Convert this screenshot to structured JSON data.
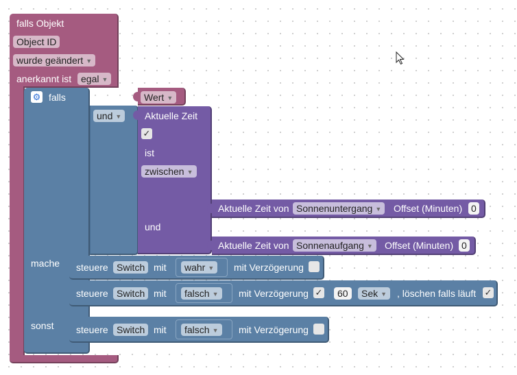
{
  "trigger": {
    "header": "falls Objekt",
    "object_id": "Object ID",
    "changed_mode": "wurde geändert",
    "ack_label": "anerkannt ist",
    "ack_value": "egal"
  },
  "if_block": {
    "if_label": "falls",
    "and_op": "und",
    "then_label": "mache",
    "else_label": "sonst"
  },
  "value_block": {
    "label": "Wert"
  },
  "time_block": {
    "title": "Aktuelle Zeit",
    "check": "✓",
    "is_label": "ist",
    "compare": "zwischen",
    "and_label": "und"
  },
  "time_sunset": {
    "label": "Aktuelle Zeit von",
    "event": "Sonnenuntergang",
    "offset_label": "Offset (Minuten)",
    "offset_value": "0"
  },
  "time_sunrise": {
    "label": "Aktuelle Zeit von",
    "event": "Sonnenaufgang",
    "offset_label": "Offset (Minuten)",
    "offset_value": "0"
  },
  "control_1": {
    "verb": "steuere",
    "target": "Switch",
    "with": "mit",
    "value": "wahr",
    "delay_label": "mit Verzögerung"
  },
  "control_2": {
    "verb": "steuere",
    "target": "Switch",
    "with": "mit",
    "value": "falsch",
    "delay_label": "mit Verzögerung",
    "delay_check": "✓",
    "delay_value": "60",
    "unit": "Sek",
    "clear_label": ", löschen falls läuft",
    "clear_check": "✓"
  },
  "control_3": {
    "verb": "steuere",
    "target": "Switch",
    "with": "mit",
    "value": "falsch",
    "delay_label": "mit Verzögerung"
  },
  "colors": {
    "trigger": "#a55b80",
    "logic": "#5b80a5",
    "time": "#745ba5"
  },
  "icons": {
    "mutator": "gear-icon",
    "cursor": "mouse-pointer-icon"
  }
}
